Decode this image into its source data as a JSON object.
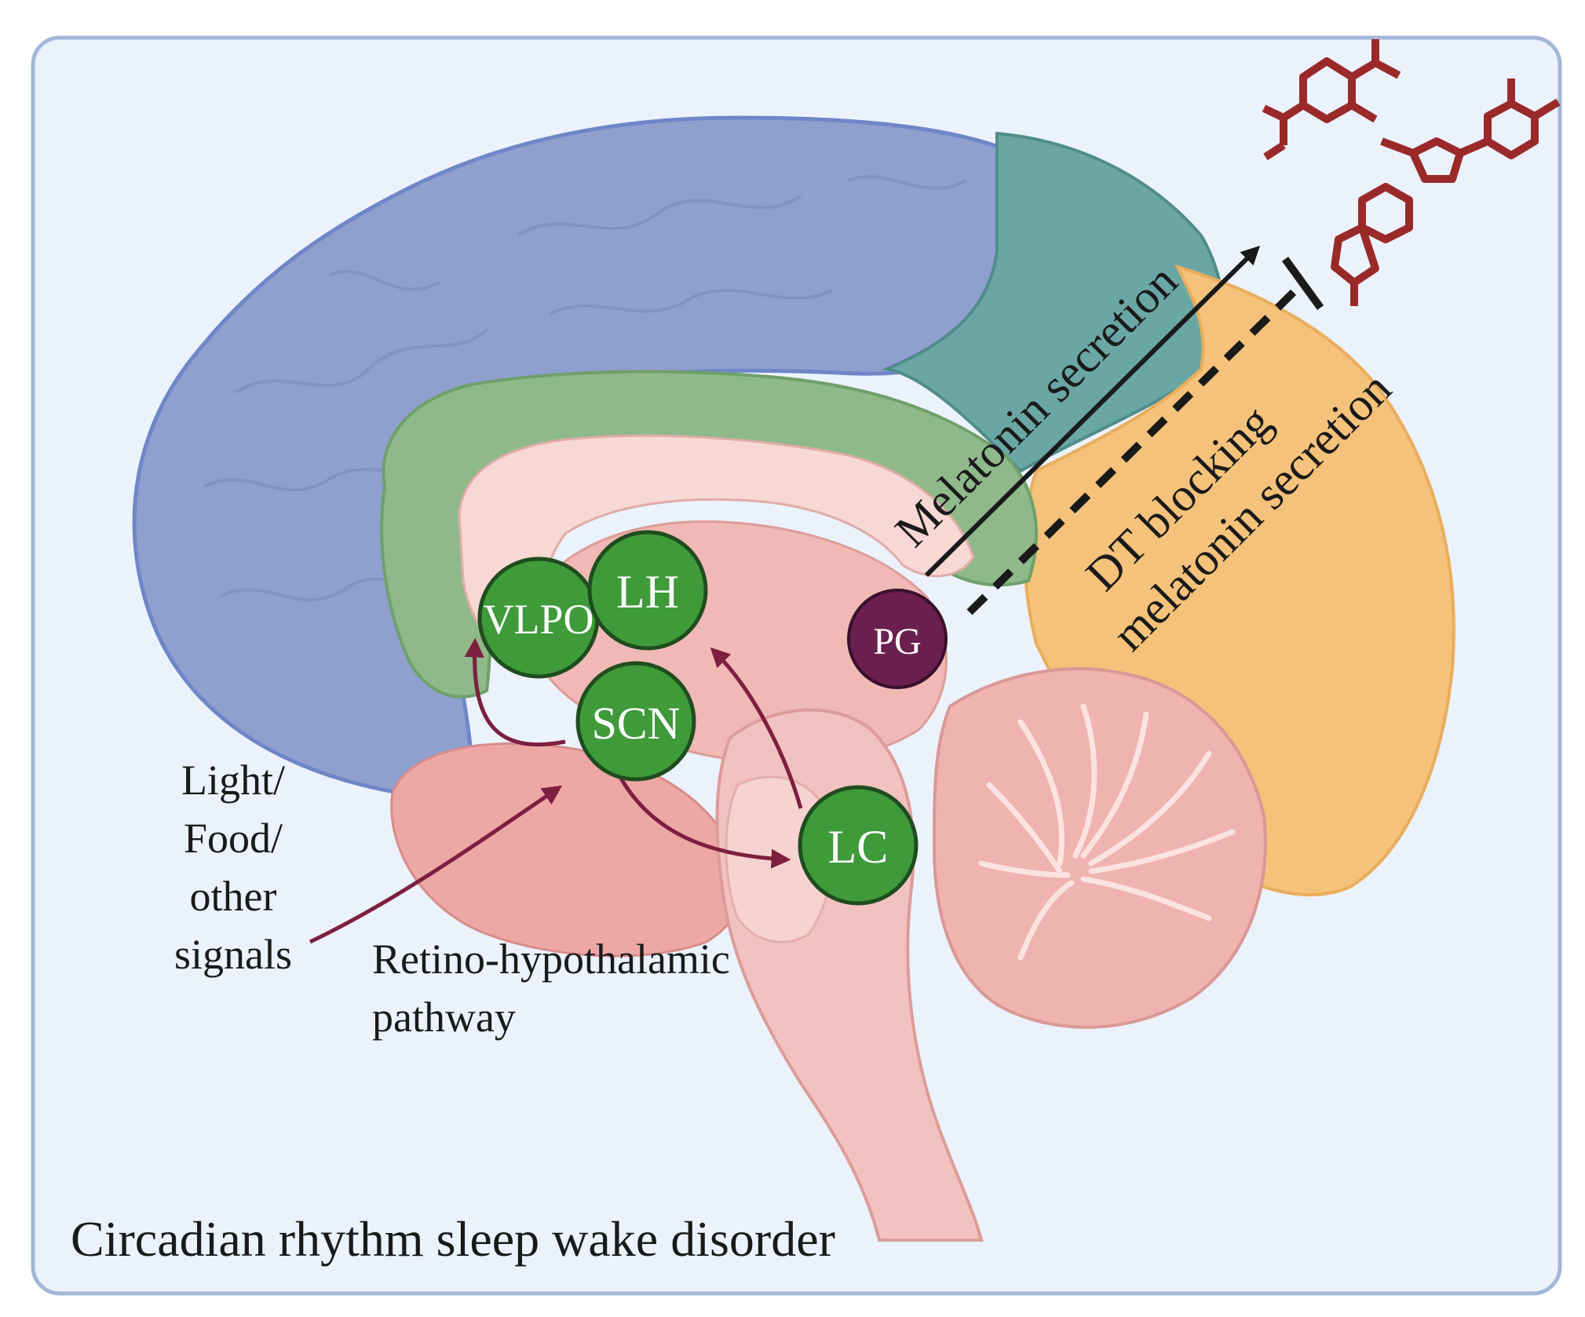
{
  "title": "Circadian rhythm sleep wake disorder",
  "nodes": {
    "vlpo": "VLPO",
    "lh": "LH",
    "scn": "SCN",
    "lc": "LC",
    "pg": "PG"
  },
  "labels": {
    "signals": [
      "Light/",
      "Food/",
      "other",
      "signals"
    ],
    "pathway": [
      "Retino-hypothalamic",
      "pathway"
    ],
    "melatonin": "Melatonin secretion",
    "dt_block": [
      "DT blocking",
      "melatonin secretion"
    ]
  },
  "colors": {
    "background": "#ebf2fb",
    "frame": "#9fb3d6",
    "cortex_blue": "#8f9fce",
    "cortex_teal": "#6aa7a4",
    "occipital_orange": "#f4c27a",
    "limbic_green": "#8fb98a",
    "brainstem_pink": "#e9aaa8",
    "node_green": "#3f9a3a",
    "node_border": "#1f4d1e",
    "pg_purple": "#6b1f4e",
    "arrow_maroon": "#7d1f3f",
    "molecule_red": "#9a2a2a"
  }
}
